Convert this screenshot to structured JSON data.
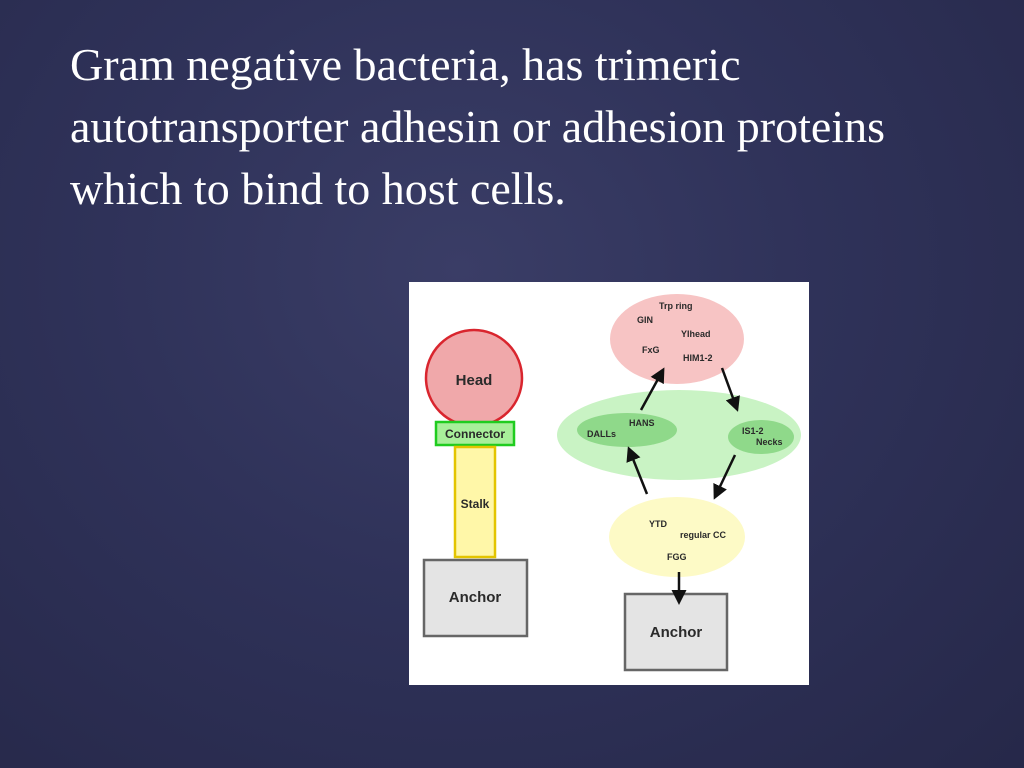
{
  "slide": {
    "title": "Gram negative bacteria, has trimeric autotransporter adhesin or adhesion proteins which to bind to host cells."
  },
  "diagram": {
    "left_structure": {
      "head": "Head",
      "connector": "Connector",
      "stalk": "Stalk",
      "anchor": "Anchor"
    },
    "right_structure": {
      "top_items": [
        "Trp ring",
        "GIN",
        "YIhead",
        "FxG",
        "HIM1-2"
      ],
      "left_middle": [
        "HANS",
        "DALLs"
      ],
      "right_middle": [
        "IS1-2",
        "Necks"
      ],
      "bottom_items": [
        "YTD",
        "regular CC",
        "FGG"
      ],
      "anchor": "Anchor"
    },
    "colors": {
      "head_fill": "#f0a8aa",
      "head_stroke": "#d9252e",
      "connector_fill": "#a8ef9a",
      "connector_stroke": "#1fcc1f",
      "stalk_fill": "#fff7a8",
      "stalk_stroke": "#e3c400",
      "anchor_fill": "#e4e4e4",
      "anchor_stroke": "#666666"
    }
  }
}
